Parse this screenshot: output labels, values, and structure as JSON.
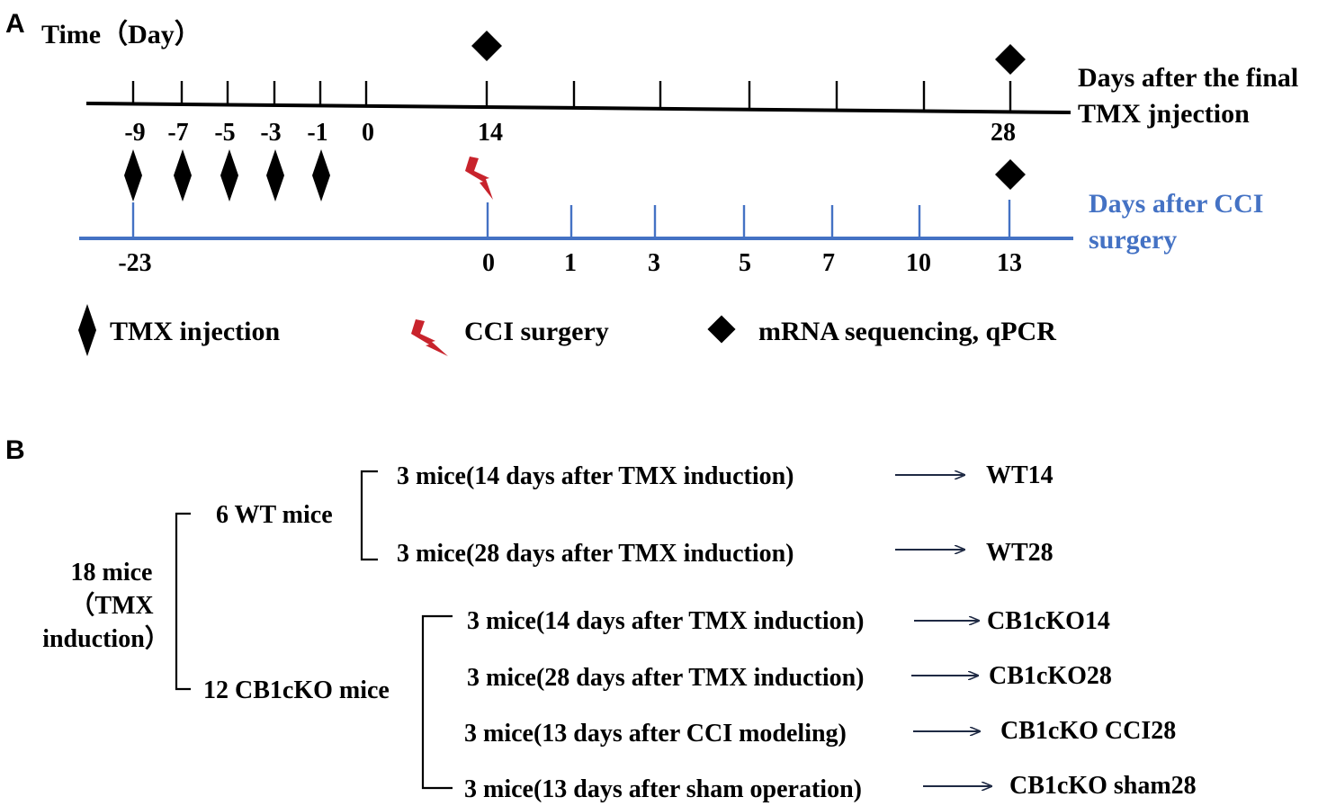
{
  "panel_a": {
    "label": "A",
    "time_label": "Time（Day）",
    "black_axis_label_line1": "Days after the final",
    "black_axis_label_line2": "TMX jnjection",
    "blue_axis_label_line1": "Days after CCI",
    "blue_axis_label_line2": "surgery",
    "top_ticks": [
      "-9",
      "-7",
      "-5",
      "-3",
      "-1",
      "0",
      "14",
      "28"
    ],
    "bottom_ticks": [
      "-23",
      "0",
      "1",
      "3",
      "5",
      "7",
      "10",
      "13"
    ],
    "colors": {
      "black_axis": "#000000",
      "blue_axis": "#4472c4",
      "lightning": "#c8232c"
    },
    "legend": {
      "tmx": "TMX injection",
      "cci": "CCI surgery",
      "seq": "mRNA sequencing, qPCR"
    }
  },
  "panel_b": {
    "label": "B",
    "root_line1": "18 mice",
    "root_line2": "（TMX",
    "root_line3": "induction）",
    "wt_group": "6 WT mice",
    "cko_group": "12 CB1cKO mice",
    "wt_items": [
      {
        "text": "3 mice(14 days after TMX induction)",
        "result": "WT14"
      },
      {
        "text": "3 mice(28 days after TMX induction)",
        "result": "WT28"
      }
    ],
    "cko_items": [
      {
        "text": "3 mice(14 days after TMX induction)",
        "result": "CB1cKO14"
      },
      {
        "text": "3 mice(28 days after TMX induction)",
        "result": "CB1cKO28"
      },
      {
        "text": "3 mice(13 days after CCI modeling)",
        "result": "CB1cKO CCI28"
      },
      {
        "text": "3 mice(13 days after sham operation)",
        "result": "CB1cKO sham28"
      }
    ]
  }
}
